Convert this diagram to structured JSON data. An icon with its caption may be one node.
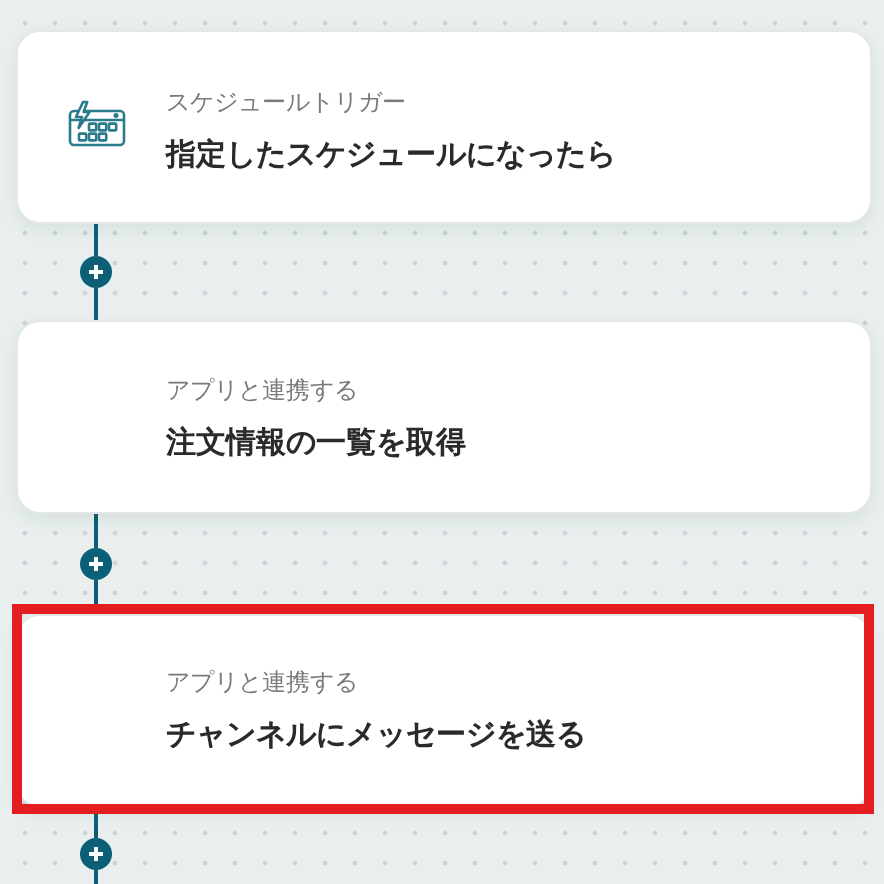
{
  "diagram": {
    "nodes": [
      {
        "text": [
          "スケジュールトリガー",
          "指定したスケジュールになったら"
        ]
      },
      {
        "text": [],
        "shape": "circle"
      },
      {
        "text": [
          "アプリと連携する",
          "注文情報の一覧を取得"
        ]
      },
      {
        "text": [],
        "shape": "circle"
      },
      {
        "text": [
          "アプリと連携する",
          "チャンネルにメッセージを送る"
        ]
      },
      {
        "text": [],
        "shape": "circle"
      }
    ],
    "edges": [
      {
        "from": 0,
        "to": 1,
        "arrow": "none"
      },
      {
        "from": 1,
        "to": 2,
        "arrow": "none"
      },
      {
        "from": 2,
        "to": 3,
        "arrow": "none"
      },
      {
        "from": 3,
        "to": 4,
        "arrow": "none"
      },
      {
        "from": 4,
        "to": 5,
        "arrow": "none"
      },
      {
        "from": 5,
        "to": null,
        "arrow": "none"
      }
    ]
  }
}
